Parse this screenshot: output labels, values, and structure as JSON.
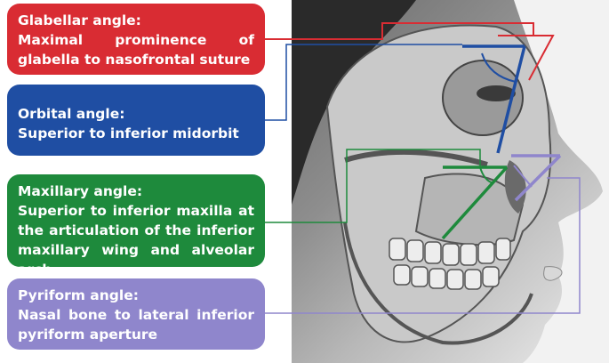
{
  "boxes": {
    "glabellar": {
      "title": "Glabellar angle:",
      "desc": "Maximal prominence of glabella to nasofrontal suture",
      "color": "#d92c33"
    },
    "orbital": {
      "title": "Orbital angle:",
      "desc": "Superior to inferior midorbit",
      "color": "#1f4ea3"
    },
    "maxillary": {
      "title": "Maxillary angle:",
      "desc": "Superior to inferior maxilla at the articulation of the inferior maxillary wing and alveolar arch",
      "color": "#1e8a3c"
    },
    "pyriform": {
      "title": "Pyriform angle:",
      "desc": "Nasal bone to lateral inferior pyriform aperture",
      "color": "#8f86cc"
    }
  }
}
